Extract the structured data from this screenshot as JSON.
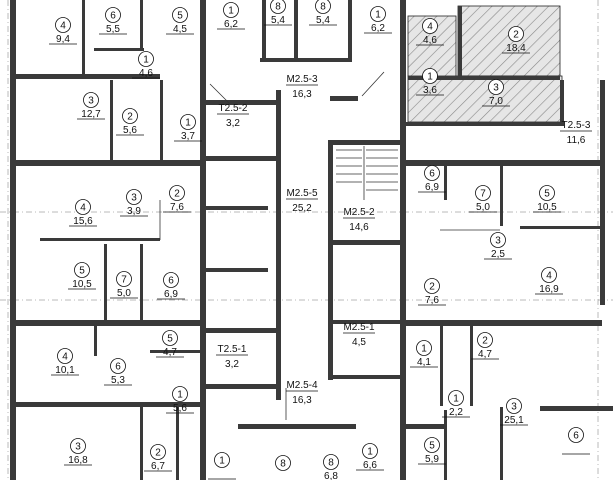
{
  "colors": {
    "wall": "#3a3a3a",
    "line": "#222222",
    "hatch": "#888888",
    "hatch_bg": "#e6e6e6"
  },
  "rooms": [
    {
      "n": "4",
      "a": "9,4"
    },
    {
      "n": "6",
      "a": "5,5"
    },
    {
      "n": "5",
      "a": "4,5"
    },
    {
      "n": "1",
      "a": "4,6"
    },
    {
      "n": "3",
      "a": "12,7"
    },
    {
      "n": "2",
      "a": "5,6"
    },
    {
      "n": "1",
      "a": "3,7"
    },
    {
      "n": "4",
      "a": "15,6"
    },
    {
      "n": "3",
      "a": "3,9"
    },
    {
      "n": "2",
      "a": "7,6"
    },
    {
      "n": "5",
      "a": "10,5"
    },
    {
      "n": "7",
      "a": "5,0"
    },
    {
      "n": "6",
      "a": "6,9"
    },
    {
      "n": "4",
      "a": "10,1"
    },
    {
      "n": "6",
      "a": "5,3"
    },
    {
      "n": "5",
      "a": "4,7"
    },
    {
      "n": "1",
      "a": "5,6"
    },
    {
      "n": "3",
      "a": "16,8"
    },
    {
      "n": "2",
      "a": "6,7"
    },
    {
      "n": "1",
      "a": ""
    },
    {
      "n": "1",
      "a": "6,2"
    },
    {
      "n": "8",
      "a": "5,4"
    },
    {
      "n": "8",
      "a": "5,4"
    },
    {
      "n": "1",
      "a": "6,2"
    },
    {
      "n": "8",
      "a": ""
    },
    {
      "n": "8",
      "a": "6,8"
    },
    {
      "n": "1",
      "a": "6,6"
    },
    {
      "n": "4",
      "a": "4,6"
    },
    {
      "n": "2",
      "a": "18,4"
    },
    {
      "n": "1",
      "a": "3,6"
    },
    {
      "n": "3",
      "a": "7,0"
    },
    {
      "n": "6",
      "a": "6,9"
    },
    {
      "n": "7",
      "a": "5,0"
    },
    {
      "n": "5",
      "a": "10,5"
    },
    {
      "n": "3",
      "a": "2,5"
    },
    {
      "n": "4",
      "a": "16,9"
    },
    {
      "n": "2",
      "a": "7,6"
    },
    {
      "n": "1",
      "a": "4,1"
    },
    {
      "n": "2",
      "a": "4,7"
    },
    {
      "n": "1",
      "a": "2,2"
    },
    {
      "n": "3",
      "a": "25,1"
    },
    {
      "n": "5",
      "a": "5,9"
    },
    {
      "n": "6",
      "a": ""
    }
  ],
  "corridors": [
    {
      "code": "М2.5-3",
      "area": "16,3"
    },
    {
      "code": "Т2.5-2",
      "area": "3,2"
    },
    {
      "code": "М2.5-5",
      "area": "25,2"
    },
    {
      "code": "М2.5-2",
      "area": "14,6"
    },
    {
      "code": "М2.5-1",
      "area": "4,5"
    },
    {
      "code": "Т2.5-1",
      "area": "3,2"
    },
    {
      "code": "М2.5-4",
      "area": "16,3"
    },
    {
      "code": "Т2.5-3",
      "area": "11,6"
    }
  ]
}
